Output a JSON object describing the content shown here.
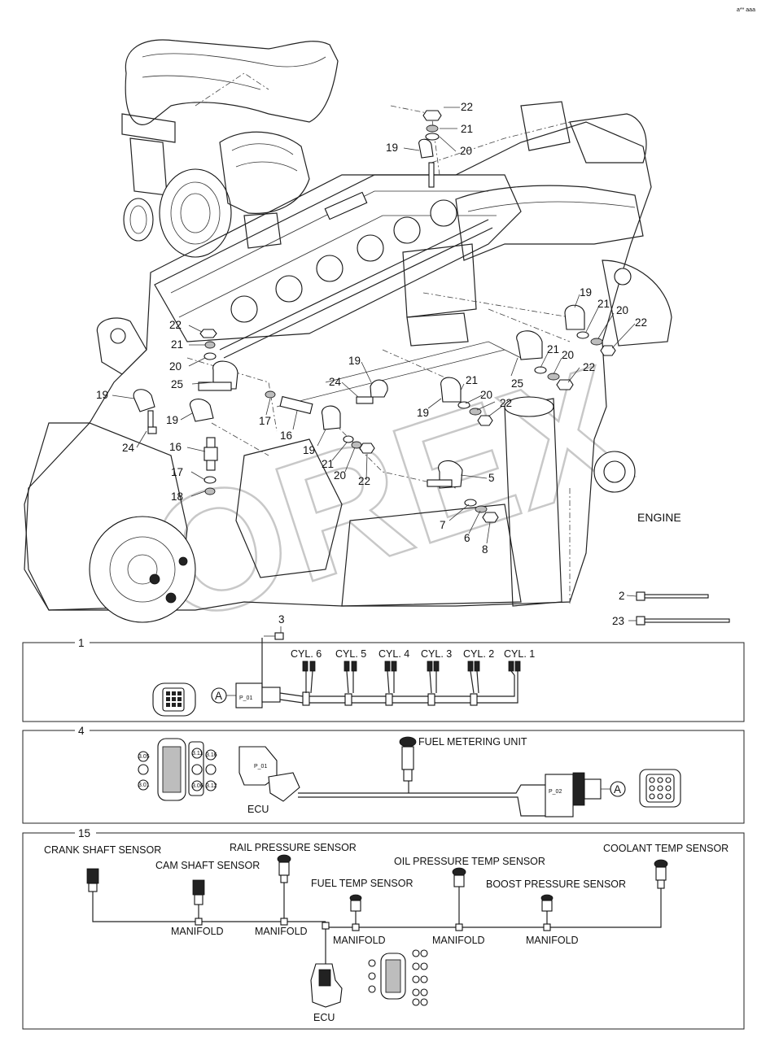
{
  "corner_mark": "a** aaa",
  "watermark": "OREX",
  "engine_label": "ENGINE",
  "callouts": {
    "top_washer_stack": [
      "22",
      "21",
      "20",
      "19"
    ],
    "left_stack": [
      "22",
      "21",
      "20",
      "25",
      "19",
      "19",
      "24",
      "16",
      "17",
      "18"
    ],
    "center_stack": [
      "17",
      "16",
      "19",
      "21",
      "20",
      "22",
      "24",
      "19"
    ],
    "right_upper_stack": [
      "19",
      "21",
      "20",
      "22",
      "25",
      "21",
      "20",
      "22"
    ],
    "right_mid_stack": [
      "19",
      "21",
      "20",
      "22"
    ],
    "clamp_stack": [
      "5",
      "7",
      "6",
      "8"
    ],
    "ties": [
      "2",
      "23"
    ],
    "harness_pin": "3"
  },
  "panel1": {
    "number": "1",
    "connector_letter": "A",
    "connector_id": "P_01",
    "cylinders": [
      "CYL. 6",
      "CYL. 5",
      "CYL. 4",
      "CYL. 3",
      "CYL. 2",
      "CYL. 1"
    ]
  },
  "panel4": {
    "number": "4",
    "fuel_metering_unit": "FUEL METERING UNIT",
    "ecu": "ECU",
    "ecu_connector_id": "P_01",
    "connector_id": "P_02",
    "connector_letter": "A",
    "pin_labels_left": [
      "3.05",
      "3.01"
    ],
    "pin_labels_right": [
      "3.11",
      "3.16",
      "3.06",
      "3.12"
    ]
  },
  "panel15": {
    "number": "15",
    "crank_shaft_sensor": "CRANK SHAFT SENSOR",
    "cam_shaft_sensor": "CAM SHAFT SENSOR",
    "rail_pressure_sensor": "RAIL PRESSURE SENSOR",
    "fuel_temp_sensor": "FUEL TEMP SENSOR",
    "oil_pressure_temp_sensor": "OIL PRESSURE TEMP SENSOR",
    "boost_pressure_sensor": "BOOST PRESSURE SENSOR",
    "coolant_temp_sensor": "COOLANT TEMP SENSOR",
    "manifold_labels": [
      "MANIFOLD",
      "MANIFOLD",
      "MANIFOLD",
      "MANIFOLD",
      "MANIFOLD"
    ],
    "ecu": "ECU"
  }
}
